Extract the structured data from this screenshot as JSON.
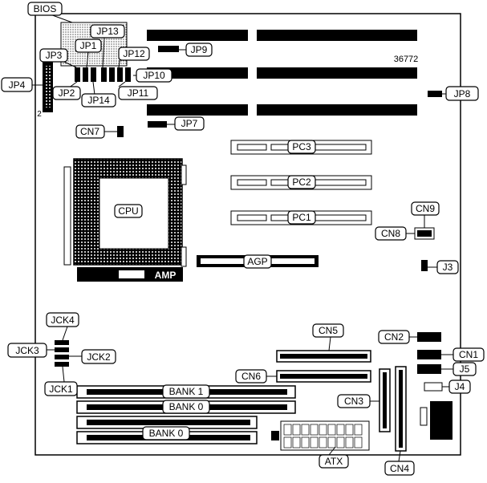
{
  "board": {
    "model_number": "36772",
    "pin_one_marker": "2",
    "amp_label": "AMP"
  },
  "labels": {
    "bios": "BIOS",
    "jp13": "JP13",
    "jp1": "JP1",
    "jp3": "JP3",
    "jp12": "JP12",
    "jp9": "JP9",
    "jp4": "JP4",
    "jp10": "JP10",
    "jp2": "JP2",
    "jp14": "JP14",
    "jp11": "JP11",
    "jp8": "JP8",
    "cn7": "CN7",
    "jp7": "JP7",
    "pc3": "PC3",
    "pc2": "PC2",
    "pc1": "PC1",
    "cpu": "CPU",
    "cn9": "CN9",
    "cn8": "CN8",
    "agp": "AGP",
    "j3": "J3",
    "jck4": "JCK4",
    "jck3": "JCK3",
    "jck2": "JCK2",
    "jck1": "JCK1",
    "cn5": "CN5",
    "cn2": "CN2",
    "cn1": "CN1",
    "j5": "J5",
    "cn6": "CN6",
    "j4": "J4",
    "bank1": "BANK 1",
    "bank0a": "BANK 0",
    "bank0b": "BANK 0",
    "cn3": "CN3",
    "atx": "ATX",
    "cn4": "CN4"
  }
}
